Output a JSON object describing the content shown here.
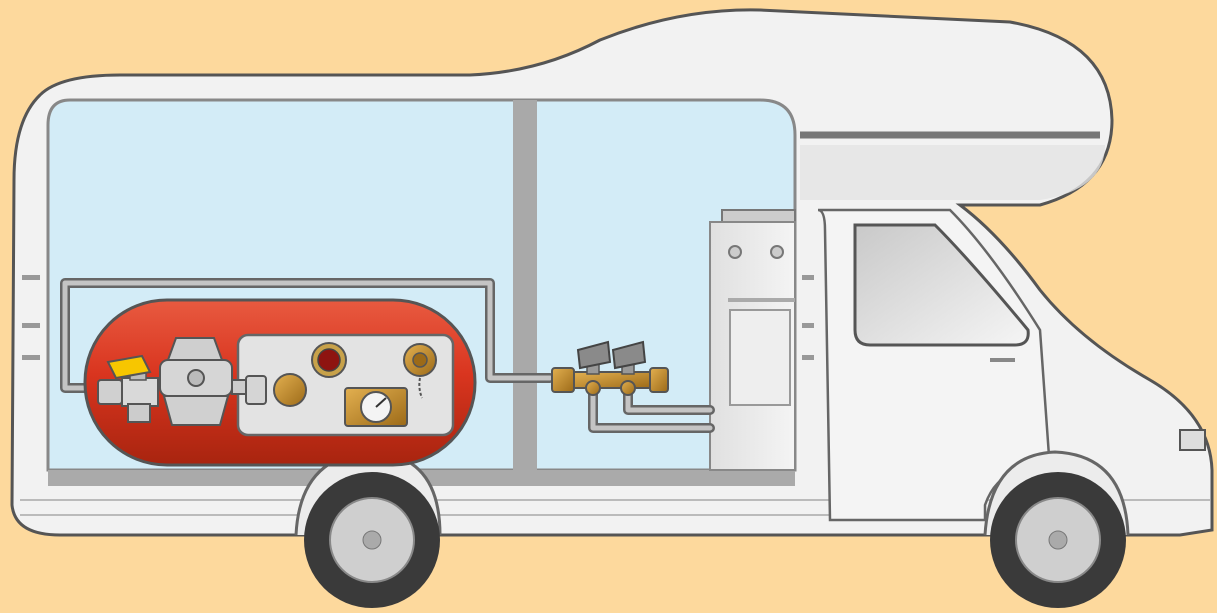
{
  "scene": {
    "subject": "motorhome-lpg-gas-system-cutaway",
    "components": [
      {
        "id": "lpg-tank",
        "icon": "tank-icon"
      },
      {
        "id": "regulator",
        "icon": "regulator-icon"
      },
      {
        "id": "shutoff-valve",
        "icon": "valve-icon"
      },
      {
        "id": "contents-gauge",
        "icon": "gauge-icon"
      },
      {
        "id": "safety-relief-valve",
        "icon": "relief-valve-icon"
      },
      {
        "id": "filler-point",
        "icon": "filler-cap-icon"
      },
      {
        "id": "gas-manifold",
        "icon": "manifold-icon"
      },
      {
        "id": "gas-cooker",
        "icon": "cooker-icon"
      }
    ]
  },
  "colors": {
    "background": "#fdd99d",
    "body": "#f2f2f2",
    "outline": "#555555",
    "interior": "#d3ecf7",
    "tank": "#d9351f",
    "panel": "#e3e3e3",
    "pipe": "#888888",
    "brass": "#c08a28",
    "valve_handle_yellow": "#f7c600",
    "tyre": "#3a3a3a",
    "wheel": "#cfcfcf"
  }
}
